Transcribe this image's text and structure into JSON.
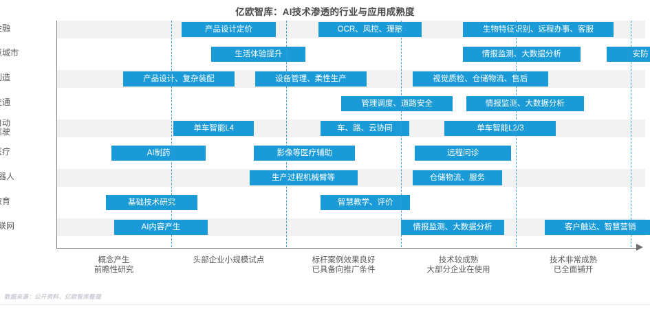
{
  "chart_data": {
    "type": "bar",
    "title": "亿欧智库：AI技术渗透的行业与应用成熟度",
    "xlabel": "",
    "ylabel": "",
    "legend": [],
    "grid": true,
    "source_note": "数据来源：公开资料、亿欧智库整理",
    "accent_color": "#1a9bd7",
    "row_band_color": "#f2f2f2",
    "gridline_color": "#2f9fd8",
    "x_stages": [
      {
        "index": 1,
        "label": "概念产生\n前瞻性研究"
      },
      {
        "index": 2,
        "label": "头部企业小规模试点"
      },
      {
        "index": 3,
        "label": "标杆案例效果良好\n已具备向推广条件"
      },
      {
        "index": 4,
        "label": "技术较成熟\n大部分企业在使用"
      },
      {
        "index": 5,
        "label": "技术非常成熟\n已全面铺开"
      }
    ],
    "categories": [
      "金融",
      "智慧城市",
      "制造",
      "交通",
      "自动\n驾驶",
      "医疗",
      "机器人",
      "教育",
      "互联网"
    ],
    "rows": [
      {
        "industry": "金融",
        "bars": [
          {
            "label": "产品设计定价",
            "start": 1.09,
            "end": 1.91
          },
          {
            "label": "OCR、风控、理赔",
            "start": 2.28,
            "end": 3.18
          },
          {
            "label": "生物特征识别、远程办事、客服",
            "start": 3.54,
            "end": 4.85
          }
        ]
      },
      {
        "industry": "智慧城市",
        "bars": [
          {
            "label": "生活体验提升",
            "start": 1.35,
            "end": 2.17
          },
          {
            "label": "情报监测、大数据分析",
            "start": 3.54,
            "end": 4.56
          },
          {
            "label": "安防",
            "start": 4.79,
            "end": 5.38
          }
        ]
      },
      {
        "industry": "制造",
        "bars": [
          {
            "label": "产品设计、复杂装配",
            "start": 0.58,
            "end": 1.55
          },
          {
            "label": "设备管理、柔性生产",
            "start": 1.73,
            "end": 2.7
          },
          {
            "label": "视觉质检、仓储物流、售后",
            "start": 3.1,
            "end": 4.28
          }
        ]
      },
      {
        "industry": "交通",
        "bars": [
          {
            "label": "管理调度、道路安全",
            "start": 2.48,
            "end": 3.45
          },
          {
            "label": "情报监测、大数据分析",
            "start": 3.57,
            "end": 4.59
          }
        ]
      },
      {
        "industry": "自动驾驶",
        "bars": [
          {
            "label": "单车智能L4",
            "start": 1.02,
            "end": 1.72
          },
          {
            "label": "车、路、云协同",
            "start": 2.3,
            "end": 3.07
          },
          {
            "label": "单车智能L2/3",
            "start": 3.38,
            "end": 4.35
          }
        ]
      },
      {
        "industry": "医疗",
        "bars": [
          {
            "label": "AI制药",
            "start": 0.48,
            "end": 1.3
          },
          {
            "label": "影像等医疗辅助",
            "start": 1.72,
            "end": 2.6
          },
          {
            "label": "远程问诊",
            "start": 3.12,
            "end": 3.96
          }
        ]
      },
      {
        "industry": "机器人",
        "bars": [
          {
            "label": "生产过程机械臂等",
            "start": 1.68,
            "end": 2.62
          },
          {
            "label": "仓储物流、服务",
            "start": 3.1,
            "end": 3.88
          }
        ]
      },
      {
        "industry": "教育",
        "bars": [
          {
            "label": "基础技术研究",
            "start": 0.43,
            "end": 1.23
          },
          {
            "label": "智慧教学、评价",
            "start": 2.3,
            "end": 3.08
          }
        ]
      },
      {
        "industry": "互联网",
        "bars": [
          {
            "label": "AI内容产生",
            "start": 0.5,
            "end": 1.32
          },
          {
            "label": "情报监测、大数据分析",
            "start": 3.0,
            "end": 3.9
          },
          {
            "label": "客户触达、智慧营销",
            "start": 4.25,
            "end": 5.22
          }
        ]
      }
    ]
  }
}
